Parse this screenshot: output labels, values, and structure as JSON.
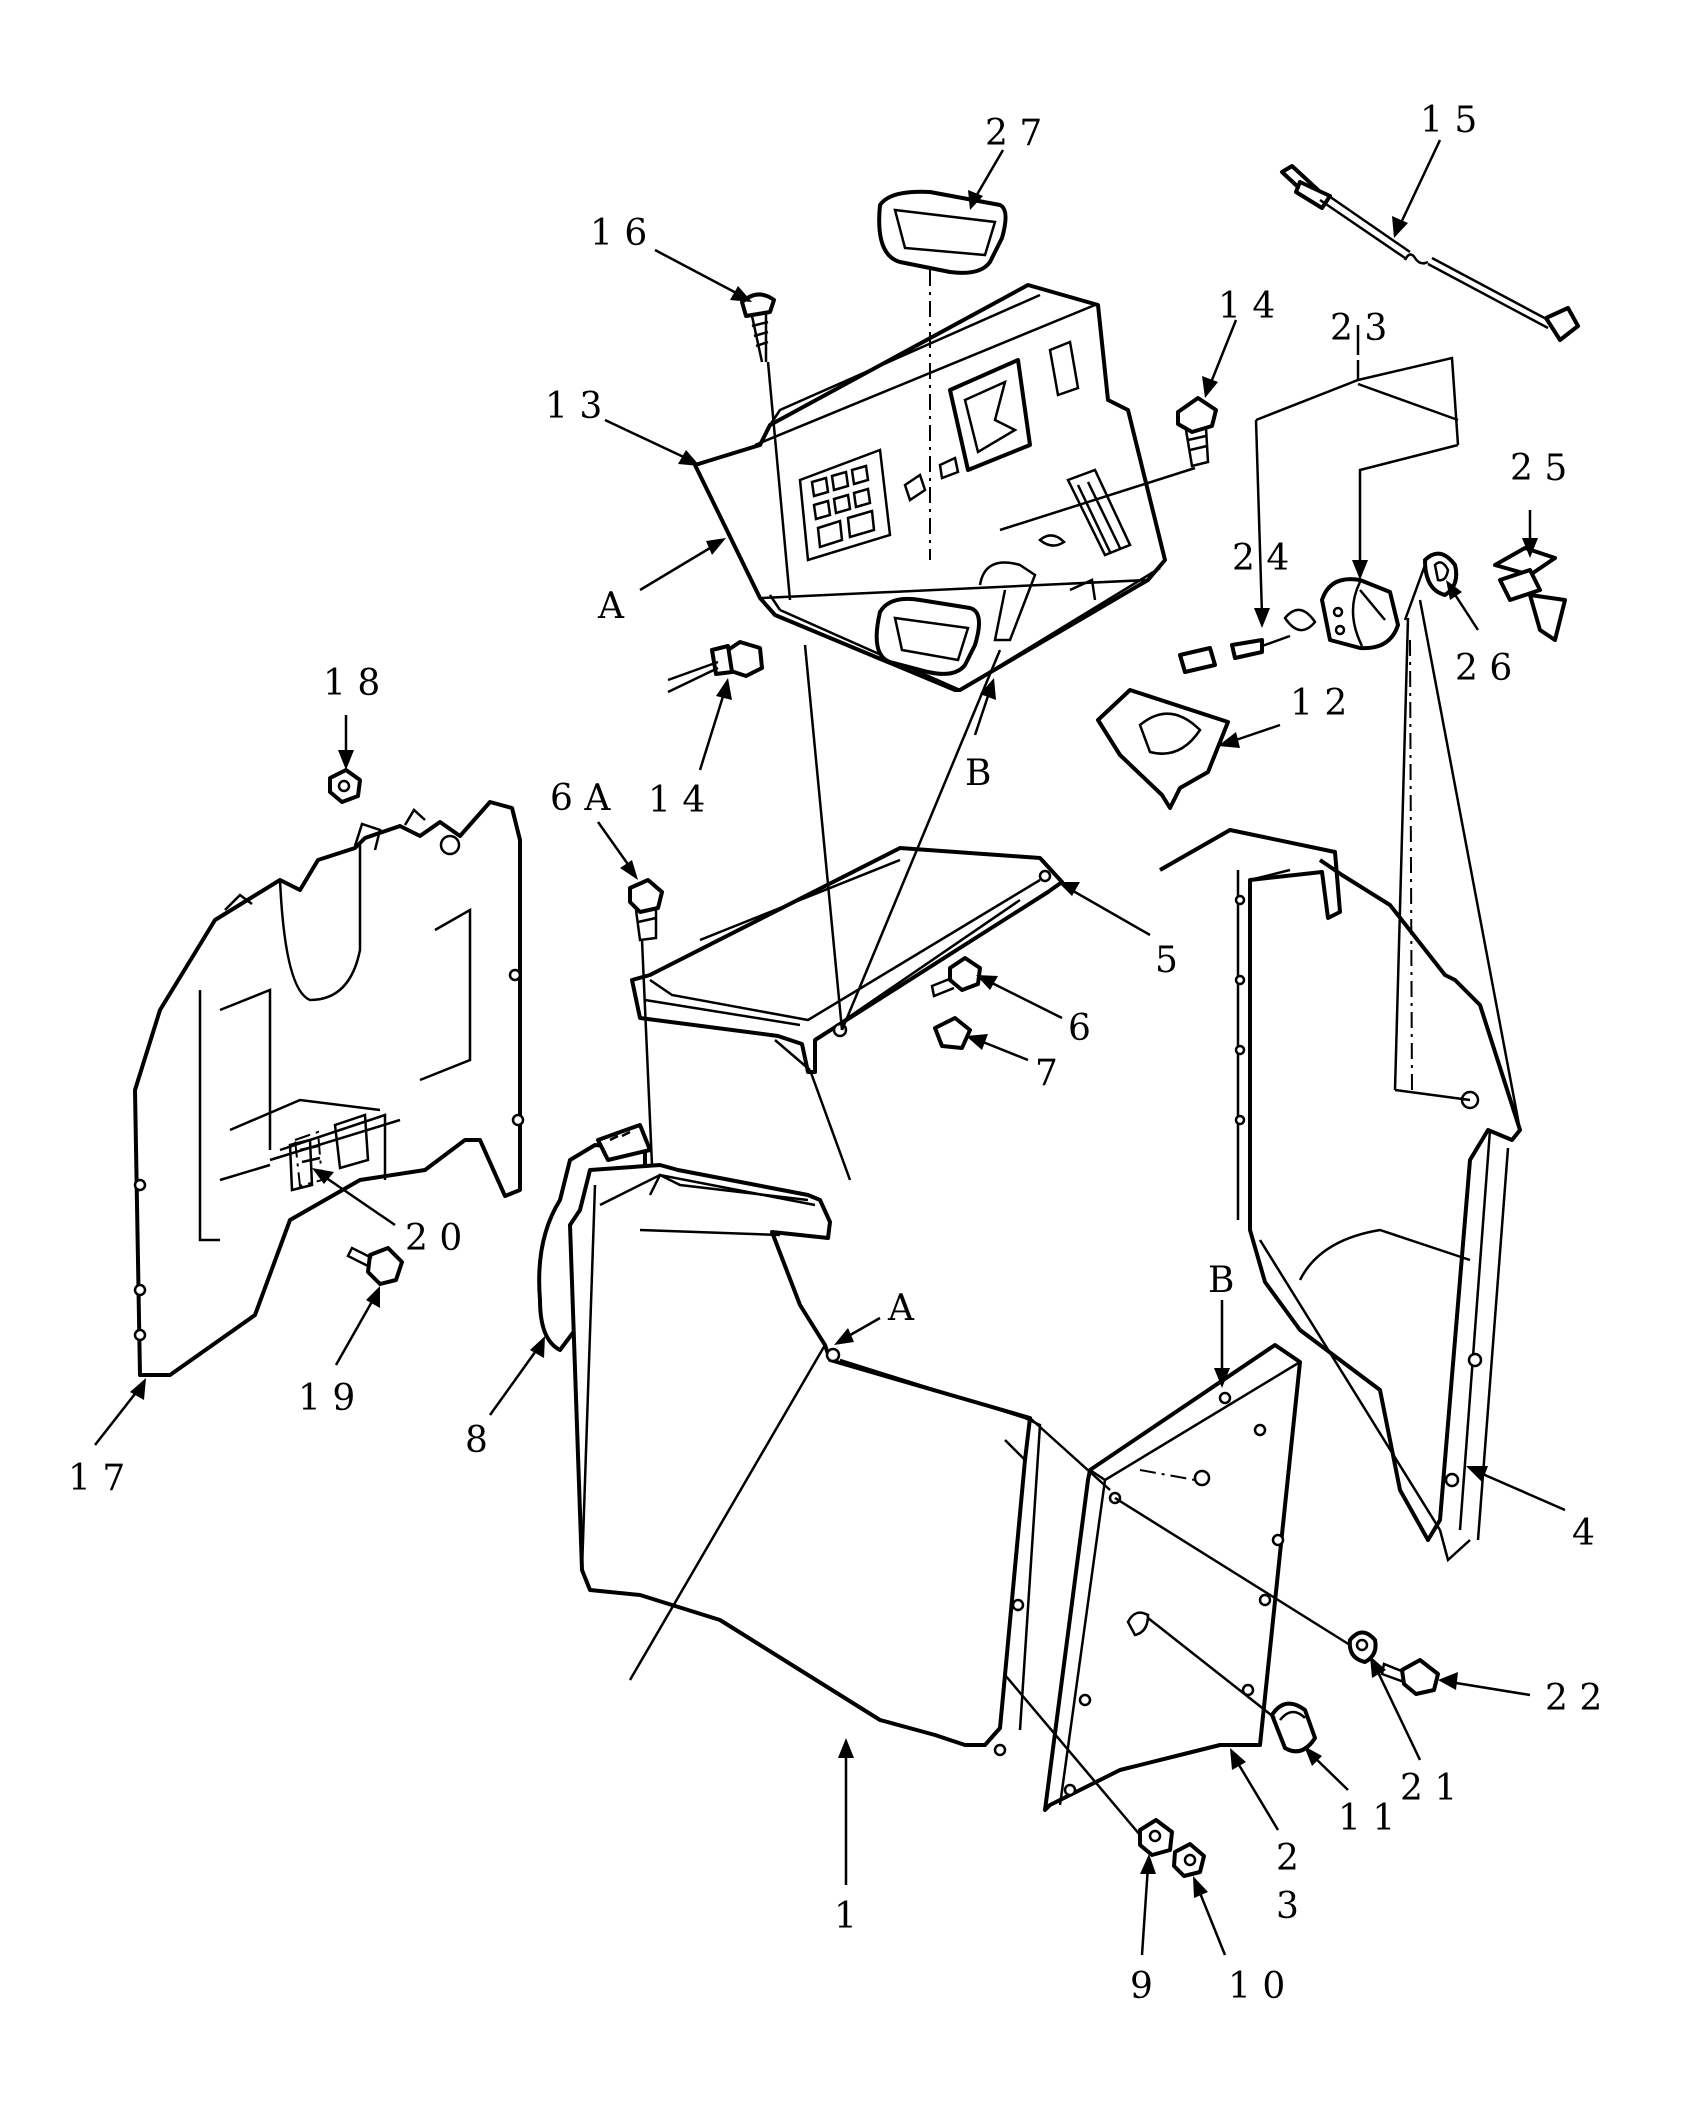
{
  "diagram": {
    "colors": {
      "line": "#000000",
      "background": "#ffffff"
    },
    "callouts": [
      {
        "id": "c27",
        "label": "2 7"
      },
      {
        "id": "c15",
        "label": "1 5"
      },
      {
        "id": "c16",
        "label": "1 6"
      },
      {
        "id": "c14a",
        "label": "1 4"
      },
      {
        "id": "c23a",
        "label": "2 3"
      },
      {
        "id": "c13",
        "label": "1 3"
      },
      {
        "id": "c25",
        "label": "2 5"
      },
      {
        "id": "cA1",
        "label": "A"
      },
      {
        "id": "c24",
        "label": "2 4"
      },
      {
        "id": "c26",
        "label": "2 6"
      },
      {
        "id": "c14b",
        "label": "1 4"
      },
      {
        "id": "cB1",
        "label": "B"
      },
      {
        "id": "c12",
        "label": "1 2"
      },
      {
        "id": "c18",
        "label": "1 8"
      },
      {
        "id": "c6A",
        "label": "6 A"
      },
      {
        "id": "c5",
        "label": "5"
      },
      {
        "id": "c6",
        "label": "6"
      },
      {
        "id": "c7",
        "label": "7"
      },
      {
        "id": "c20",
        "label": "2 0"
      },
      {
        "id": "c19",
        "label": "1 9"
      },
      {
        "id": "cA2",
        "label": "A"
      },
      {
        "id": "cB2",
        "label": "B"
      },
      {
        "id": "c8",
        "label": "8"
      },
      {
        "id": "c17",
        "label": "1 7"
      },
      {
        "id": "c4",
        "label": "4"
      },
      {
        "id": "c22",
        "label": "2 2"
      },
      {
        "id": "c21",
        "label": "2 1"
      },
      {
        "id": "c11",
        "label": "1 1"
      },
      {
        "id": "c2",
        "label": "2"
      },
      {
        "id": "c3",
        "label": "3"
      },
      {
        "id": "c1",
        "label": "1"
      },
      {
        "id": "c9",
        "label": "9"
      },
      {
        "id": "c10",
        "label": "1 0"
      }
    ]
  }
}
